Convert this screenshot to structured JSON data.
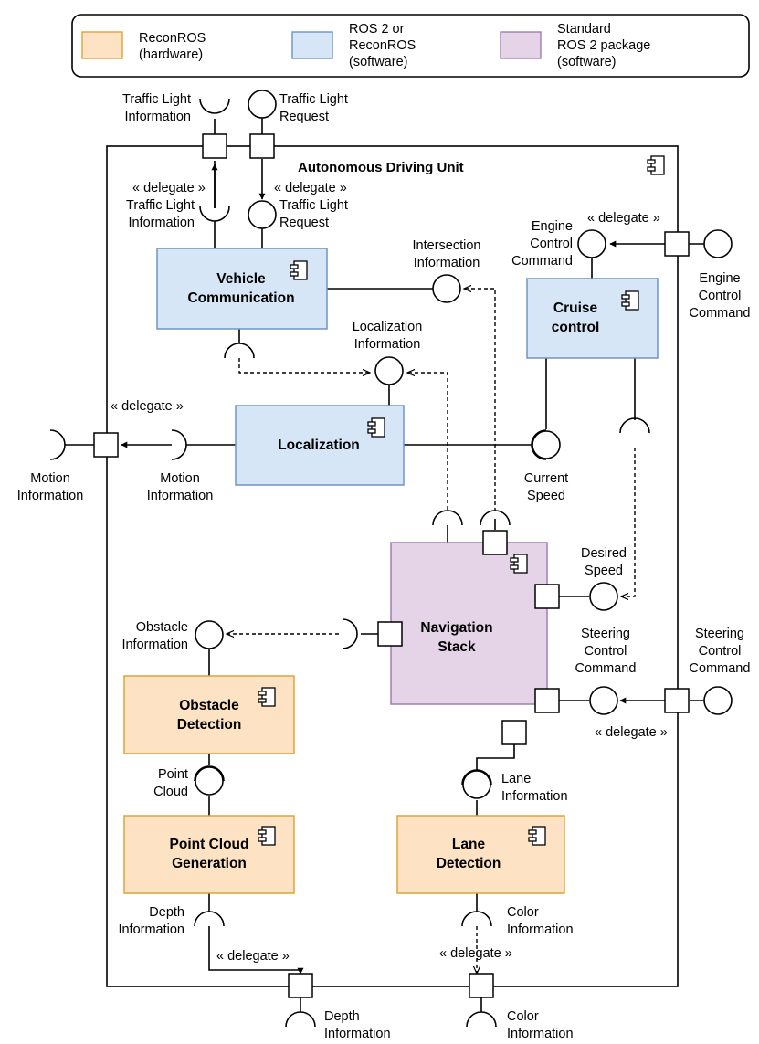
{
  "legend": [
    {
      "lines": [
        "ReconROS",
        "(hardware)"
      ],
      "fill": "#fde3c3",
      "stroke": "#e0a13a"
    },
    {
      "lines": [
        "ROS 2 or",
        "ReconROS",
        "(software)"
      ],
      "fill": "#d6e6f7",
      "stroke": "#6d95c3"
    },
    {
      "lines": [
        "Standard",
        "ROS 2 package",
        "(software)"
      ],
      "fill": "#e5d3e8",
      "stroke": "#a07fb0"
    }
  ],
  "unit": {
    "title": "Autonomous Driving Unit"
  },
  "components": {
    "vehicle_communication": {
      "lines": [
        "Vehicle",
        "Communication"
      ]
    },
    "cruise_control": {
      "lines": [
        "Cruise",
        "control"
      ]
    },
    "localization": {
      "lines": [
        "Localization"
      ]
    },
    "navigation_stack": {
      "lines": [
        "Navigation",
        "Stack"
      ]
    },
    "obstacle_detection": {
      "lines": [
        "Obstacle",
        "Detection"
      ]
    },
    "point_cloud_generation": {
      "lines": [
        "Point Cloud",
        "Generation"
      ]
    },
    "lane_detection": {
      "lines": [
        "Lane",
        "Detection"
      ]
    }
  },
  "labels": {
    "traffic_light_info_outer": [
      "Traffic Light",
      "Information"
    ],
    "traffic_light_request_outer": [
      "Traffic Light",
      "Request"
    ],
    "traffic_light_info_inner": [
      "Traffic Light",
      "Information"
    ],
    "traffic_light_request_inner": [
      "Traffic Light",
      "Request"
    ],
    "intersection_info": [
      "Intersection",
      "Information"
    ],
    "engine_control_inner": [
      "Engine",
      "Control",
      "Command"
    ],
    "engine_control_outer": [
      "Engine",
      "Control",
      "Command"
    ],
    "localization_info": [
      "Localization",
      "Information"
    ],
    "motion_info_outer": [
      "Motion",
      "Information"
    ],
    "motion_info_inner": [
      "Motion",
      "Information"
    ],
    "current_speed": [
      "Current",
      "Speed"
    ],
    "desired_speed": [
      "Desired",
      "Speed"
    ],
    "obstacle_info": [
      "Obstacle",
      "Information"
    ],
    "steering_inner": [
      "Steering",
      "Control",
      "Command"
    ],
    "steering_outer": [
      "Steering",
      "Control",
      "Command"
    ],
    "point_cloud": [
      "Point",
      "Cloud"
    ],
    "lane_info": [
      "Lane",
      "Information"
    ],
    "depth_info_inner": [
      "Depth",
      "Information"
    ],
    "color_info_inner": [
      "Color",
      "Information"
    ],
    "depth_info_outer": [
      "Depth",
      "Information"
    ],
    "color_info_outer": [
      "Color",
      "Information"
    ]
  },
  "delegate_label": "« delegate »"
}
